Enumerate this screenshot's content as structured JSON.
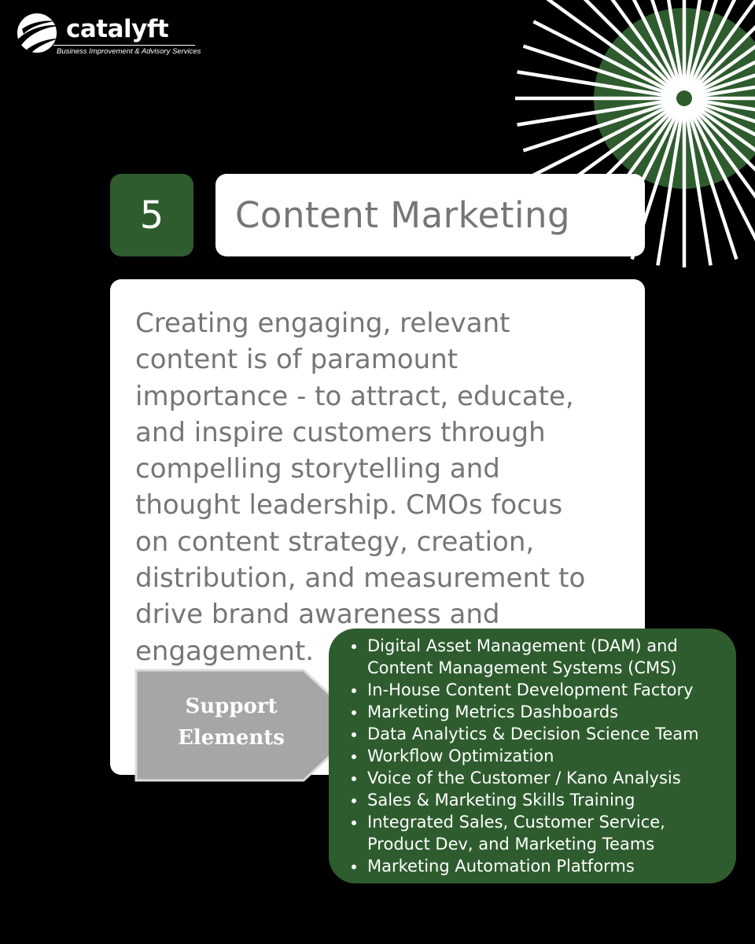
{
  "brand": {
    "name": "catalyft",
    "tagline": "Business Improvement & Advisory Services",
    "accent_color": "#2e5c2e",
    "logo_icon": "globe-swoosh-icon"
  },
  "section": {
    "number": "5",
    "title": "Content Marketing"
  },
  "description": {
    "lines": [
      "Creating engaging, relevant",
      "content is of paramount",
      "importance - to attract, educate,",
      "and inspire customers through",
      "compelling storytelling and",
      "thought leadership. CMOs focus",
      "on content strategy, creation,",
      "distribution, and measurement to",
      "drive brand awareness and",
      "engagement."
    ]
  },
  "support": {
    "label_line1": "Support",
    "label_line2": "Elements",
    "items": [
      {
        "lines": [
          "Digital Asset Management (DAM) and",
          "Content Management Systems (CMS)"
        ]
      },
      {
        "lines": [
          "In-House Content Development Factory"
        ]
      },
      {
        "lines": [
          "Marketing Metrics Dashboards"
        ]
      },
      {
        "lines": [
          "Data Analytics & Decision Science Team"
        ]
      },
      {
        "lines": [
          "Workflow Optimization"
        ]
      },
      {
        "lines": [
          "Voice of the Customer / Kano Analysis"
        ]
      },
      {
        "lines": [
          "Sales & Marketing Skills Training"
        ]
      },
      {
        "lines": [
          "Integrated Sales, Customer Service,",
          "Product Dev, and Marketing Teams"
        ]
      },
      {
        "lines": [
          "Marketing Automation Platforms"
        ]
      }
    ]
  }
}
